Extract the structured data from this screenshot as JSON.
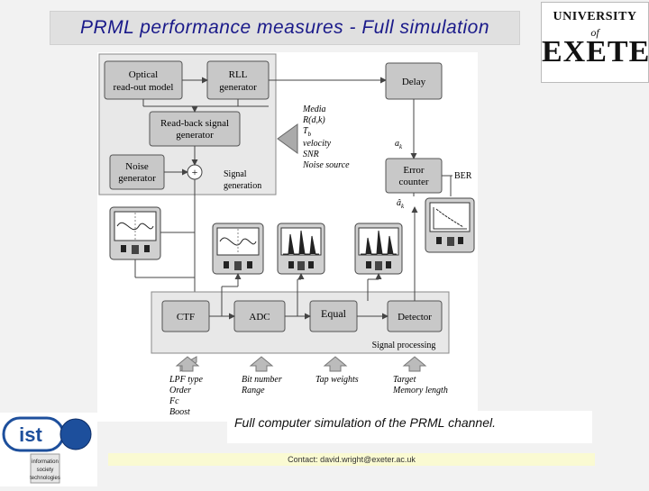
{
  "slide": {
    "title": "PRML performance measures - Full simulation",
    "caption": "Full computer simulation of the PRML channel.",
    "contact": "Contact: david.wright@exeter.ac.uk"
  },
  "logos": {
    "exeter": {
      "line1": "UNIVERSITY",
      "line2": "of",
      "line3": "EXETER"
    },
    "ist": {
      "mark": "ist",
      "lines": [
        "information",
        "society",
        "technologies"
      ]
    }
  },
  "diagram": {
    "blocks": {
      "optical": [
        "Optical",
        "read-out model"
      ],
      "rll": [
        "RLL",
        "generator"
      ],
      "delay": "Delay",
      "readback": [
        "Read-back signal",
        "generator"
      ],
      "noise": [
        "Noise",
        "generator"
      ],
      "error": [
        "Error",
        "counter"
      ],
      "ctf": "CTF",
      "adc": "ADC",
      "equal": "Equal",
      "detector": "Detector"
    },
    "labels": {
      "signal_generation": [
        "Signal",
        "generation"
      ],
      "signal_processing": "Signal processing",
      "ber": "BER",
      "ak": "a",
      "ak_hat": "â",
      "k_sub": "k",
      "sum_symbol": "+"
    },
    "media_params": [
      "Media",
      "R(d,k)",
      "T",
      "velocity",
      "SNR",
      "Noise source"
    ],
    "media_sub_b": "b",
    "inputs": [
      {
        "lines": [
          "LPF type",
          "Order",
          "Fc",
          "Boost"
        ]
      },
      {
        "lines": [
          "Bit number",
          "Range"
        ]
      },
      {
        "lines": [
          "Tap weights"
        ]
      },
      {
        "lines": [
          "Target",
          "Memory length"
        ]
      }
    ]
  },
  "colors": {
    "title_text": "#1a1a8a",
    "block_fill": "#c8c8c8",
    "block_stroke": "#555555",
    "panel_fill": "#e8e8e8",
    "scope_body": "#d0d0d0"
  }
}
